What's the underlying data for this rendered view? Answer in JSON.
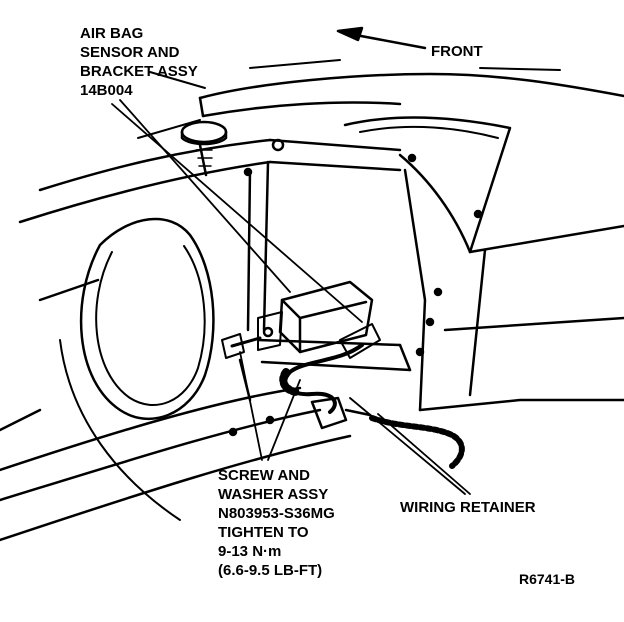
{
  "labels": {
    "sensor": [
      "AIR BAG",
      "SENSOR AND",
      "BRACKET ASSY",
      "14B004"
    ],
    "front": "FRONT",
    "screw": [
      "SCREW AND",
      "WASHER ASSY",
      "N803953-S36MG",
      "TIGHTEN TO",
      "9-13 N·m",
      "(6.6-9.5 LB-FT)"
    ],
    "retainer": "WIRING RETAINER",
    "code": "R6741-B"
  },
  "colors": {
    "ink": "#000000",
    "paper": "#ffffff"
  }
}
